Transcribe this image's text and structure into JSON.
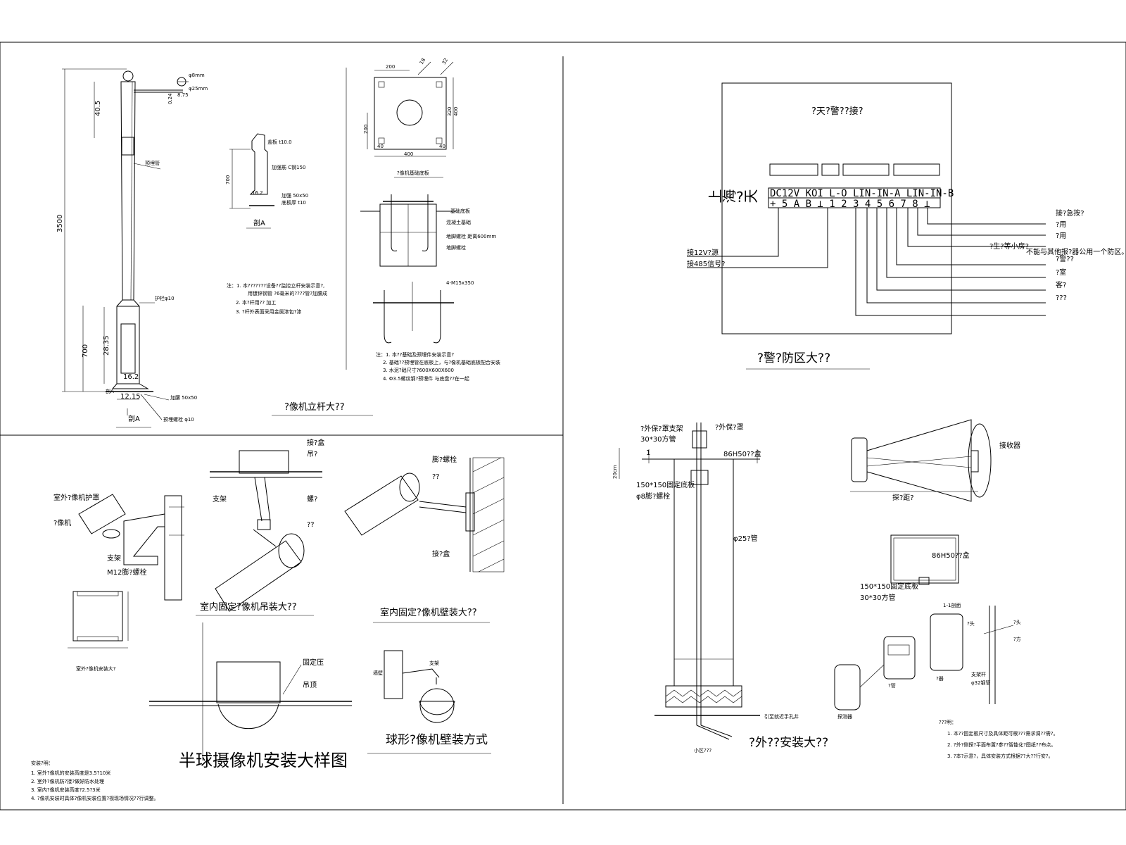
{
  "pole": {
    "dims": {
      "top": "40.5",
      "total": "3500",
      "base": "700",
      "box": "28.35",
      "width": "16.2",
      "foot": "12.15"
    },
    "labels": {
      "a": "φ8mm",
      "b": "φ25mm",
      "c": "0.24",
      "d": "8.75",
      "e": "护栏φ10",
      "f": "加腰 50x50",
      "g": "预埋螺栓 φ10",
      "h": "预埋管"
    },
    "section_label": "剖A",
    "section_detail": {
      "dim": "700",
      "a": "盖板 t10.0",
      "b": "加强筋 C钢150",
      "c": "16.2",
      "d": "加强 50x50",
      "e": "底板厚 t10"
    },
    "notes": [
      "注：1. 本???????设备??监控立杆安装示意?,",
      "用镀锌钢管 ?6毫米的????管?加腰成",
      "2. 本?杆用?? 加工",
      "3. ?杆外表面采用金属漆包?漆"
    ],
    "base_dims": {
      "a": "200",
      "b": "18",
      "c": "32",
      "d": "200",
      "e": "320",
      "f": "400",
      "g": "400",
      "h": "40",
      "i": "40"
    },
    "base_title": "?像机基础底板",
    "foundation": {
      "a": "基础底板",
      "b": "混凝土基础",
      "c": "地脚螺栓 距离600mm",
      "d": "地脚螺栓",
      "e": "4-M15x350"
    },
    "foundation_notes": [
      "注：1. 本??基础及预埋件安装示意?",
      "2. 基础??预埋管在底板上，与?像机基础底板配合安装",
      "3. 水泥?础尺寸?600X600X600",
      "4. Φ3.5螺纹钢?预埋件 与底盘??在一起"
    ],
    "title": "?像机立杆大??"
  },
  "alarm": {
    "box_title": "?天?警??接?",
    "brand": "上海?天",
    "term_top": "DC12V KOI L-O LIN-IN-A LIN-IN-B",
    "term_bot": "+ 5 A B ⊥ 1 2 3 4 5 6 7 8 ⊥",
    "right_labels": [
      "接?急按?",
      "?用",
      "?用",
      "?生?等小房?",
      "不能与其他报?器公用一个防区。",
      "?警??",
      "?室",
      "客?",
      "???"
    ],
    "left_labels": [
      "接12V?源",
      "接485信号?"
    ],
    "title": "?警?防区大??"
  },
  "outdoor": {
    "labels": {
      "a": "?外保?罩支架",
      "b": "30*30方管",
      "c": "?外保?罩",
      "d": "86H50??盒",
      "e": "150*150固定底板",
      "f": "φ8膨?螺栓",
      "g": "φ25?管",
      "h": "20cm",
      "i": "1",
      "j": "引至就近手孔井",
      "k": "小区???"
    },
    "title": "?外??安装大??"
  },
  "beam": {
    "label": "接收器",
    "range": "探?距?"
  },
  "detector": {
    "labels": {
      "a": "86H50??盒",
      "b": "150*150固定底板",
      "c": "30*30方管",
      "d": "1-1剖面",
      "e": "?器",
      "f": "?头",
      "g": "?方",
      "h": "支架杆",
      "i": "φ32钢管",
      "j": "探测器",
      "k": "?管",
      "l": "?头"
    },
    "notes": [
      "???明：",
      "1. 本??固定板尺寸及具体距可根???需求调??需?。",
      "2. ?外?侧探?平面布置?参??智能化?图纸??布点。",
      "3. ?本?示意?，具体安装方式根据??大??行安?。"
    ]
  },
  "bracket": {
    "labels": {
      "a": "室外?像机护罩",
      "b": "?像机",
      "c": "支架",
      "d": "M12膨?螺栓"
    },
    "sub": "室外?像机安装大?"
  },
  "ceiling": {
    "labels": {
      "a": "接?盒",
      "b": "吊?",
      "c": "支架",
      "d": "螺?",
      "e": "??"
    },
    "title": "室内固定?像机吊装大??"
  },
  "wall": {
    "labels": {
      "a": "膨?螺栓",
      "b": "??",
      "c": "接?盒"
    },
    "title": "室内固定?像机壁装大??"
  },
  "dome": {
    "labels": {
      "a": "固定压",
      "b": "吊顶"
    },
    "title": "半球摄像机安装大样图",
    "notes": [
      "安装?明：",
      "1. 室外?像机的安装高度是3.5?10米",
      "2. 室外?像机防?接?做好防水处理",
      "3. 室内?像机安装高度?2.5?3米",
      "4. ?像机安装时具体?像机安装位置?视现场情况??行调整。"
    ]
  },
  "pendant": {
    "labels": {
      "a": "墙壁",
      "b": "支架"
    },
    "title": "球形?像机壁装方式"
  }
}
